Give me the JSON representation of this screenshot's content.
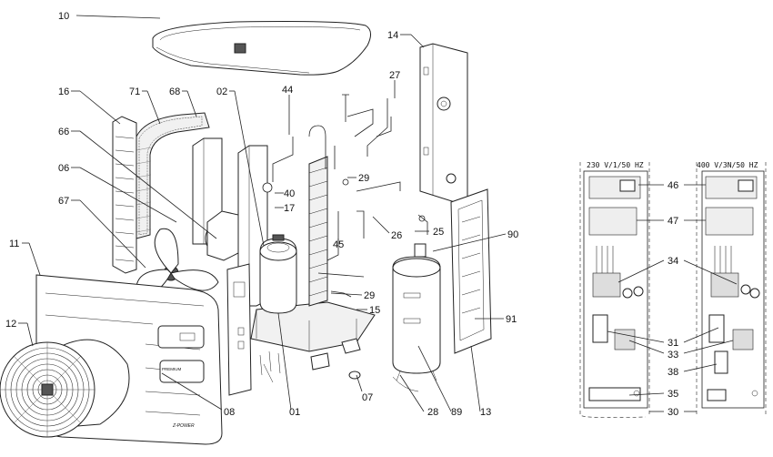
{
  "callouts": [
    {
      "id": "c10",
      "text": "10"
    },
    {
      "id": "c16",
      "text": "16"
    },
    {
      "id": "c71",
      "text": "71"
    },
    {
      "id": "c68",
      "text": "68"
    },
    {
      "id": "c02",
      "text": "02"
    },
    {
      "id": "c44",
      "text": "44"
    },
    {
      "id": "c14",
      "text": "14"
    },
    {
      "id": "c27",
      "text": "27"
    },
    {
      "id": "c66",
      "text": "66"
    },
    {
      "id": "c06",
      "text": "06"
    },
    {
      "id": "c67",
      "text": "67"
    },
    {
      "id": "c40",
      "text": "40"
    },
    {
      "id": "c17",
      "text": "17"
    },
    {
      "id": "c29a",
      "text": "29"
    },
    {
      "id": "c26",
      "text": "26"
    },
    {
      "id": "c25",
      "text": "25"
    },
    {
      "id": "c45",
      "text": "45"
    },
    {
      "id": "c90",
      "text": "90"
    },
    {
      "id": "c11",
      "text": "11"
    },
    {
      "id": "c12",
      "text": "12"
    },
    {
      "id": "c29b",
      "text": "29"
    },
    {
      "id": "c15",
      "text": "15"
    },
    {
      "id": "c91",
      "text": "91"
    },
    {
      "id": "c07",
      "text": "07"
    },
    {
      "id": "c08",
      "text": "08"
    },
    {
      "id": "c01",
      "text": "01"
    },
    {
      "id": "c28",
      "text": "28"
    },
    {
      "id": "c89",
      "text": "89"
    },
    {
      "id": "c13",
      "text": "13"
    },
    {
      "id": "c46",
      "text": "46"
    },
    {
      "id": "c47",
      "text": "47"
    },
    {
      "id": "c34",
      "text": "34"
    },
    {
      "id": "c31",
      "text": "31"
    },
    {
      "id": "c33",
      "text": "33"
    },
    {
      "id": "c38",
      "text": "38"
    },
    {
      "id": "c35",
      "text": "35"
    },
    {
      "id": "c30",
      "text": "30"
    }
  ],
  "panels": {
    "left_title": "230 V/1/50 HZ",
    "right_title": "400 V/3N/50 HZ"
  },
  "front_panel_text": {
    "premium": "PREMIUM",
    "brand": "Z-POWER"
  }
}
